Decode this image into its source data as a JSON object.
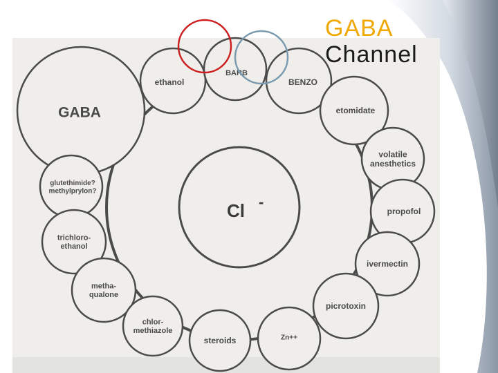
{
  "title": {
    "line1": "GABA",
    "line2": "Channel"
  },
  "diagram": {
    "center_label": "Cl",
    "center_superscript": "-",
    "sites": [
      {
        "id": "ethanol",
        "lines": [
          "ethanol"
        ]
      },
      {
        "id": "barb",
        "lines": [
          "BARB"
        ]
      },
      {
        "id": "benzo",
        "lines": [
          "BENZO"
        ]
      },
      {
        "id": "gaba",
        "lines": [
          "GABA"
        ]
      },
      {
        "id": "etomidate",
        "lines": [
          "etomidate"
        ]
      },
      {
        "id": "volatile-anesthetics",
        "lines": [
          "volatile",
          "anesthetics"
        ]
      },
      {
        "id": "glutethimide",
        "lines": [
          "glutethimide?",
          "methylprylon?"
        ]
      },
      {
        "id": "propofol",
        "lines": [
          "propofol"
        ]
      },
      {
        "id": "trichloroethanol",
        "lines": [
          "trichloro-",
          "ethanol"
        ]
      },
      {
        "id": "ivermectin",
        "lines": [
          "ivermectin"
        ]
      },
      {
        "id": "methaqualone",
        "lines": [
          "metha-",
          "qualone"
        ]
      },
      {
        "id": "picrotoxin",
        "lines": [
          "picrotoxin"
        ]
      },
      {
        "id": "chlormethiazole",
        "lines": [
          "chlor-",
          "methiazole"
        ]
      },
      {
        "id": "steroids",
        "lines": [
          "steroids"
        ]
      },
      {
        "id": "zinc",
        "lines": [
          "Zn++"
        ]
      }
    ]
  },
  "colors": {
    "highlight_barb": "#cc1f1f",
    "highlight_benzo": "#7a9ab0",
    "title_accent": "#f0a800"
  }
}
